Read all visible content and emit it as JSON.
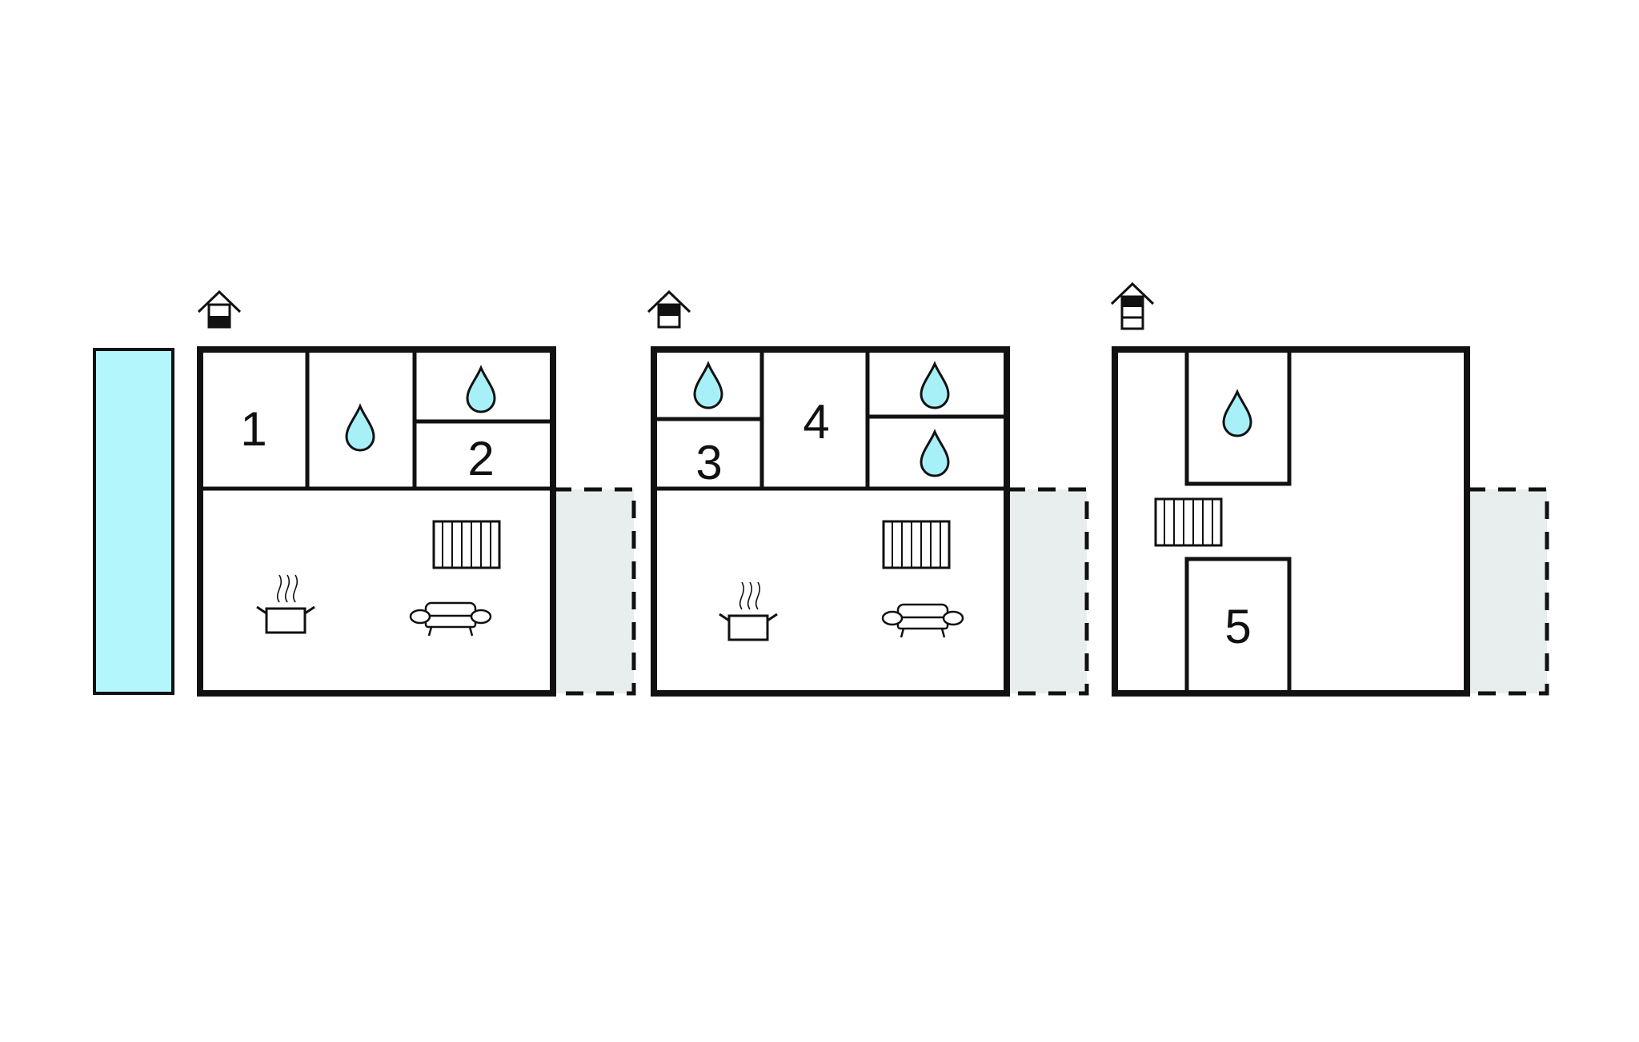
{
  "colors": {
    "line": "#111111",
    "pool": "#b3f6fb",
    "water_drop": "#a8f0f8",
    "terrace": "#e8eeed",
    "background": "#ffffff"
  },
  "floors": [
    {
      "level_icon": "house-floor-icon",
      "rooms": [
        {
          "number": "1",
          "kind": "bedroom"
        },
        {
          "kind": "bathroom",
          "icon": "water-drop-icon"
        },
        {
          "kind": "bathroom",
          "icon": "water-drop-icon"
        },
        {
          "number": "2",
          "kind": "bedroom"
        },
        {
          "kind": "kitchen",
          "icon": "cooking-pot-icon"
        },
        {
          "kind": "living",
          "icon": "sofa-icon"
        },
        {
          "kind": "heating",
          "icon": "radiator-icon"
        },
        {
          "kind": "terrace"
        },
        {
          "kind": "pool"
        }
      ]
    },
    {
      "level_icon": "house-floor-icon",
      "rooms": [
        {
          "kind": "bathroom",
          "icon": "water-drop-icon"
        },
        {
          "number": "3",
          "kind": "bedroom"
        },
        {
          "number": "4",
          "kind": "bedroom"
        },
        {
          "kind": "bathroom",
          "icon": "water-drop-icon"
        },
        {
          "kind": "bathroom",
          "icon": "water-drop-icon"
        },
        {
          "kind": "kitchen",
          "icon": "cooking-pot-icon"
        },
        {
          "kind": "living",
          "icon": "sofa-icon"
        },
        {
          "kind": "heating",
          "icon": "radiator-icon"
        },
        {
          "kind": "terrace"
        }
      ]
    },
    {
      "level_icon": "house-floor-icon",
      "rooms": [
        {
          "kind": "bathroom",
          "icon": "water-drop-icon"
        },
        {
          "number": "5",
          "kind": "bedroom"
        },
        {
          "kind": "heating",
          "icon": "radiator-icon"
        },
        {
          "kind": "terrace"
        }
      ]
    }
  ]
}
